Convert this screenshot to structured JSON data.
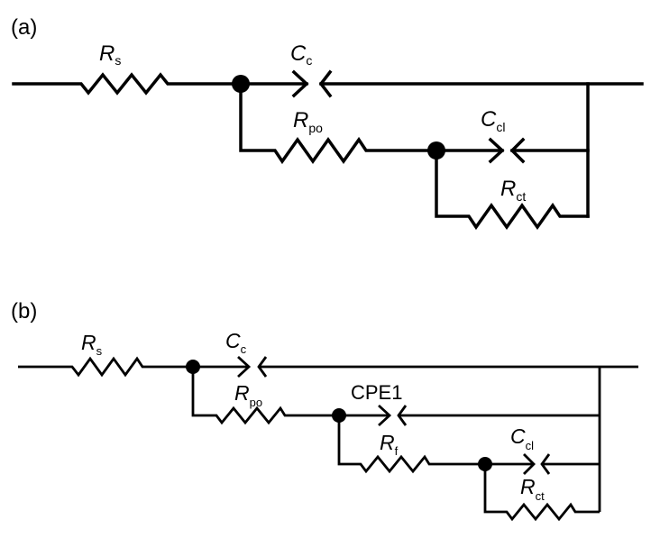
{
  "panels": [
    {
      "tag": "(a)",
      "labels": {
        "rs": {
          "main": "R",
          "sub": "s"
        },
        "cc": {
          "main": "C",
          "sub": "c"
        },
        "rpo": {
          "main": "R",
          "sub": "po"
        },
        "ccl": {
          "main": "C",
          "sub": "cl"
        },
        "rct": {
          "main": "R",
          "sub": "ct"
        }
      }
    },
    {
      "tag": "(b)",
      "labels": {
        "rs": {
          "main": "R",
          "sub": "s"
        },
        "cc": {
          "main": "C",
          "sub": "c"
        },
        "rpo": {
          "main": "R",
          "sub": "po"
        },
        "cpe1": "CPE1",
        "rf": {
          "main": "R",
          "sub": "f"
        },
        "ccl": {
          "main": "C",
          "sub": "cl"
        },
        "rct": {
          "main": "R",
          "sub": "ct"
        }
      }
    }
  ]
}
